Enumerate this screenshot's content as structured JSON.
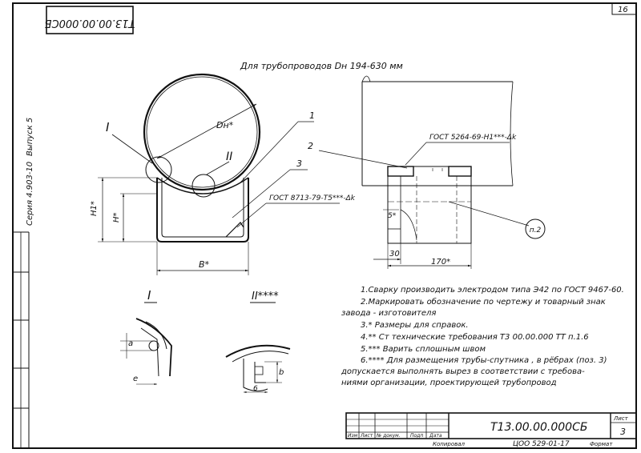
{
  "sheet": {
    "sheet_number": "16",
    "stamp_code": "Т13.00.00.000СБ",
    "side_series": "Серия 4.903-10",
    "side_issue": "Выпуск 5",
    "title": "Для трубопроводов Dн 194-630 мм"
  },
  "front_view": {
    "label_d": "Dн*",
    "label_h1": "H1*",
    "label_h": "H*",
    "label_b": "B*",
    "callout_1": "1",
    "callout_3": "3",
    "detail_I": "I",
    "detail_II": "II",
    "weld_note": "ГОСТ 8713-79-Т5***-Δk"
  },
  "side_view": {
    "callout_2": "2",
    "weld_note": "ГОСТ 5264-69-Н1***-Δk",
    "dim_5": "5*",
    "dim_30": "30",
    "dim_170": "170*",
    "callout_p2": "п.2"
  },
  "details": {
    "title_I": "I",
    "title_II": "II****",
    "label_a": "a",
    "label_e": "e",
    "label_b": "b",
    "label_6": "6"
  },
  "notes": [
    "1.Сварку производить электродом типа Э42 по ГОСТ 9467-60.",
    "2.Маркировать обозначение по чертежу и товарный знак",
    "завода - изготовителя",
    "3.* Размеры для справок.",
    "4.** Ст технические требования Т3 00.00.000 ТТ п.1.6",
    "5.*** Варить сплошным швом",
    "6.**** Для размещения трубы-спутника , в рёбрах (поз. 3)",
    "допускается выполнять вырез в соответствии с требова-",
    "ниями организации, проектирующей трубопровод"
  ],
  "title_block": {
    "cols": [
      "Изм",
      "Лист",
      "№ докум.",
      "Подп",
      "Дата"
    ],
    "designation": "Т13.00.00.000СБ",
    "sheet_label": "Лист",
    "sheet_value": "3",
    "footer_left": "Копировал",
    "footer_code": "ЦОО 529-01-17",
    "footer_format": "Формат"
  }
}
